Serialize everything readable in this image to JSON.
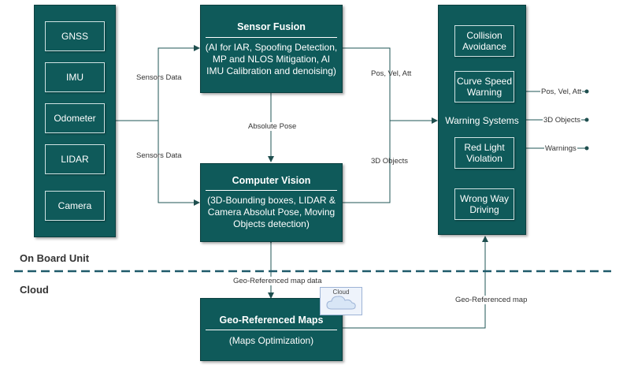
{
  "sensors": [
    "GNSS",
    "IMU",
    "Odometer",
    "LIDAR",
    "Camera"
  ],
  "sensor_fusion": {
    "title": "Sensor Fusion",
    "desc": "(AI for IAR, Spoofing Detection, MP and NLOS Mitigation, AI IMU Calibration and denoising)"
  },
  "computer_vision": {
    "title": "Computer Vision",
    "desc": "(3D-Bounding boxes, LIDAR & Camera Absolut Pose, Moving Objects detection)"
  },
  "warning_systems": {
    "label": "Warning Systems",
    "items": [
      "Collision Avoidance",
      "Curve Speed Warning",
      "Red Light Violation",
      "Wrong Way Driving"
    ]
  },
  "maps": {
    "title": "Geo-Referenced Maps",
    "desc": "(Maps Optimization)",
    "tag": "Cloud"
  },
  "labels": {
    "sensors_data_top": "Sensors Data",
    "sensors_data_bottom": "Sensors Data",
    "absolute_pose": "Absolute Pose",
    "pos_vel_att_in": "Pos, Vel, Att",
    "objects_3d_in": "3D Objects",
    "pos_vel_att_out": "Pos, Vel, Att",
    "objects_3d_out": "3D Objects",
    "warnings_out": "Warnings",
    "geo_map_data": "Geo-Referenced map data",
    "geo_map": "Geo-Referenced map"
  },
  "sections": {
    "onboard": "On Board Unit",
    "cloud": "Cloud"
  }
}
